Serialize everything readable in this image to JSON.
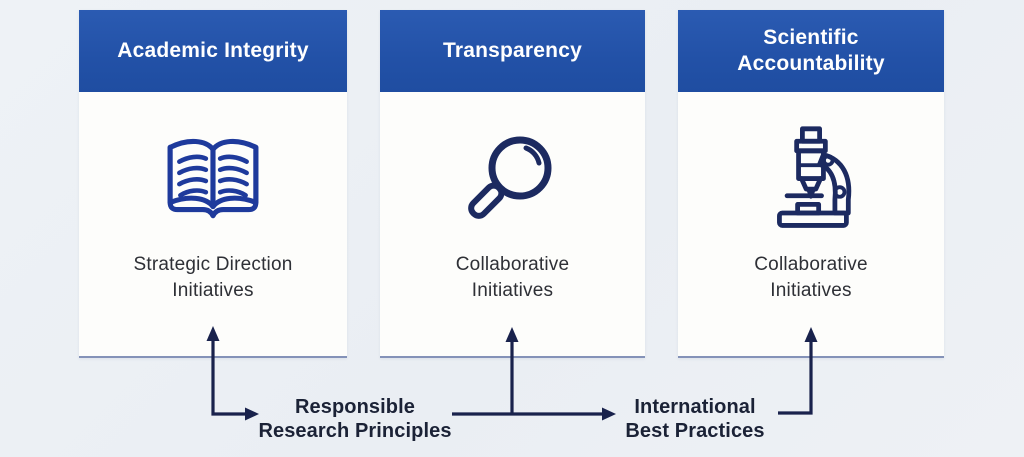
{
  "cards": [
    {
      "title": "Academic Integrity",
      "icon": "open-book",
      "caption": "Strategic Direction\nInitiatives"
    },
    {
      "title": "Transparency",
      "icon": "magnifying-glass",
      "caption": "Collaborative\nInitiatives"
    },
    {
      "title": "Scientific\nAccountability",
      "icon": "microscope",
      "caption": "Collaborative\nInitiatives"
    }
  ],
  "flow": {
    "labels": [
      {
        "text": "Responsible\nResearch Principles"
      },
      {
        "text": "International\nBest Practices"
      }
    ]
  },
  "colors": {
    "background": "#edf1f5",
    "card_background": "#fdfdfb",
    "header_blue": "#2352a8",
    "icon_blue": "#1e3a9c",
    "icon_navy": "#1c2a60",
    "arrow_navy": "#19224c",
    "card_bottom_border": "#8492b8",
    "caption_text": "#2e3036",
    "label_text": "#1b2236",
    "header_text": "#ffffff"
  }
}
